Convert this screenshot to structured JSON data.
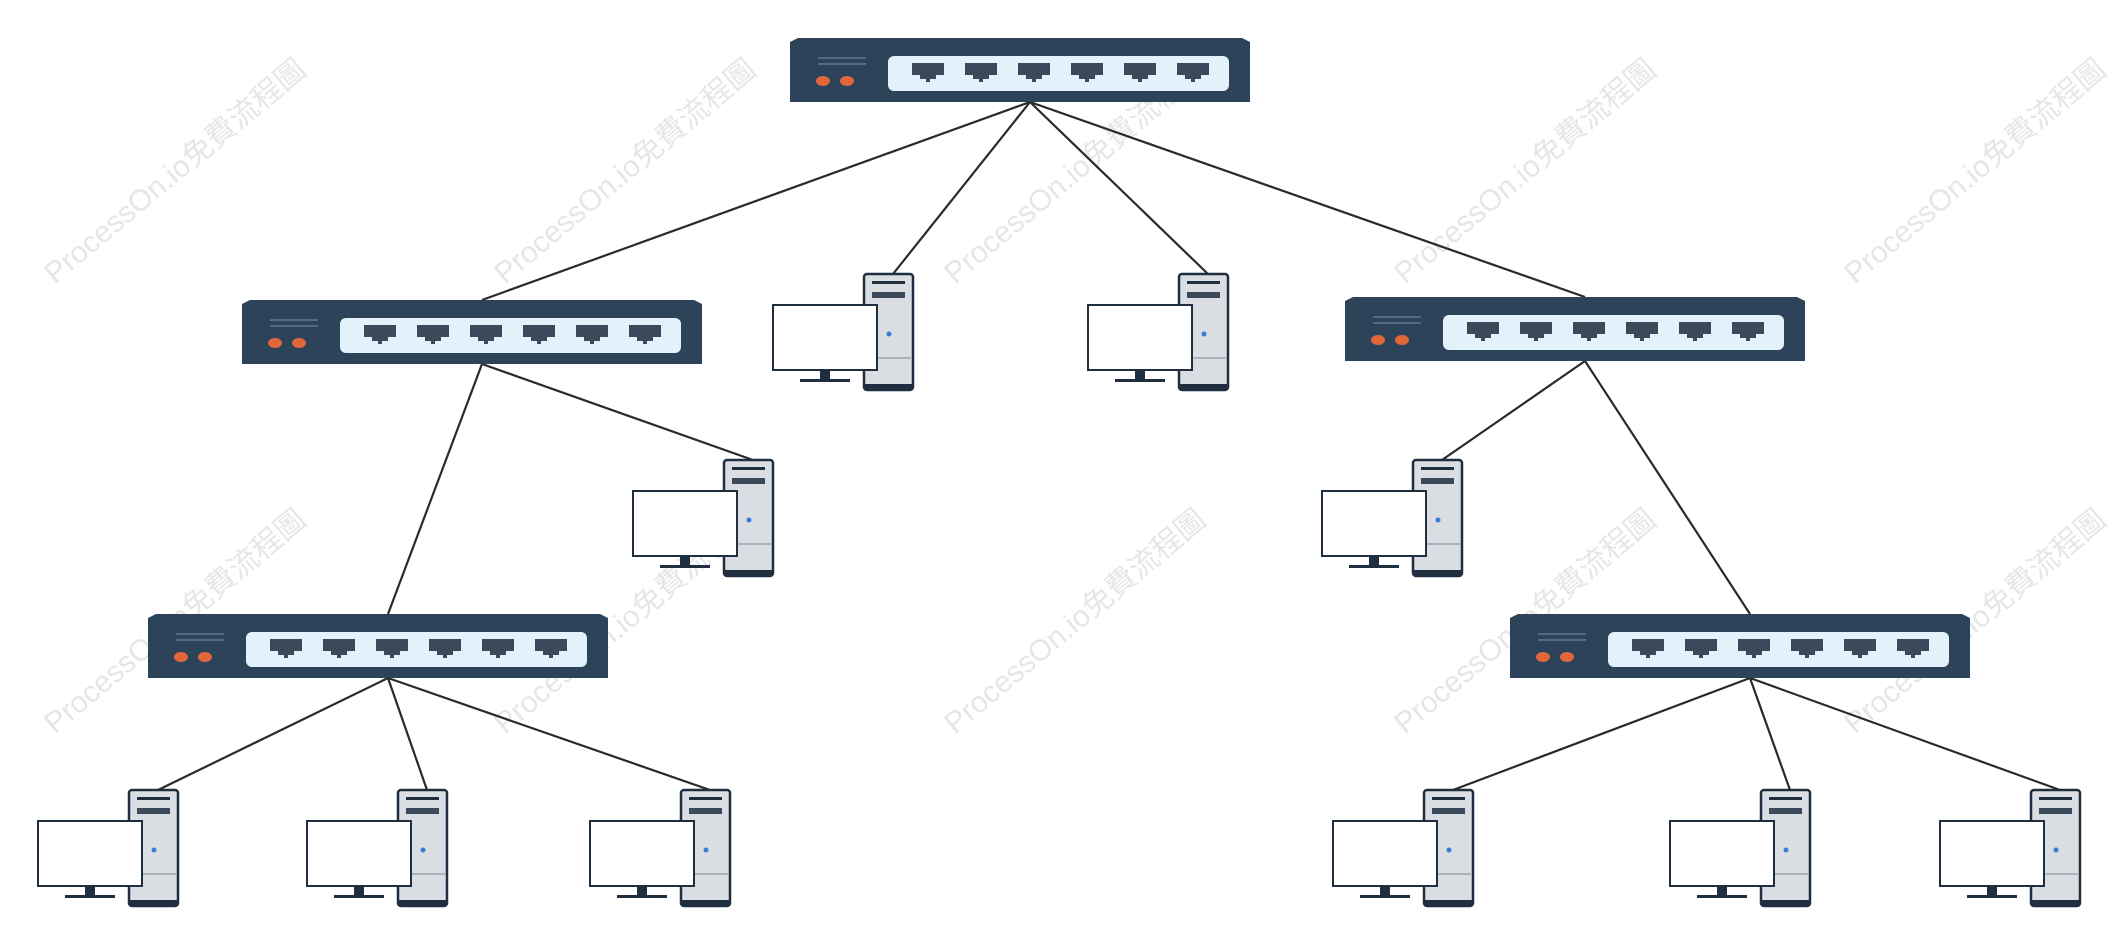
{
  "watermark": {
    "text": "ProcessOn.io免費流程圖",
    "color": "#c9c9c9"
  },
  "colors": {
    "switch_body": "#2d4359",
    "port_panel": "#e2f1fa",
    "port": "#3a4a5a",
    "led": "#e0673a",
    "pc_tower": "#dadde2",
    "pc_outline": "#1f2f40",
    "pc_power": "#3a7bd5",
    "monitor_screen": "#ffffff",
    "link": "#2a2a2a"
  },
  "icons": {
    "switch": "network-switch-icon",
    "computer": "desktop-computer-icon"
  },
  "nodes": {
    "switches": [
      {
        "id": "core"
      },
      {
        "id": "left-distribution"
      },
      {
        "id": "right-distribution"
      },
      {
        "id": "left-access"
      },
      {
        "id": "right-access"
      }
    ],
    "computers": [
      {
        "id": "pc-1"
      },
      {
        "id": "pc-2"
      },
      {
        "id": "pc-3"
      },
      {
        "id": "pc-4"
      },
      {
        "id": "pc-5"
      },
      {
        "id": "pc-6"
      },
      {
        "id": "pc-7"
      },
      {
        "id": "pc-8"
      },
      {
        "id": "pc-9"
      },
      {
        "id": "pc-10"
      }
    ]
  },
  "links": [
    [
      "core",
      "left-distribution"
    ],
    [
      "core",
      "pc-1"
    ],
    [
      "core",
      "pc-2"
    ],
    [
      "core",
      "right-distribution"
    ],
    [
      "left-distribution",
      "left-access"
    ],
    [
      "left-distribution",
      "pc-3"
    ],
    [
      "right-distribution",
      "pc-4"
    ],
    [
      "right-distribution",
      "right-access"
    ],
    [
      "left-access",
      "pc-5"
    ],
    [
      "left-access",
      "pc-6"
    ],
    [
      "left-access",
      "pc-7"
    ],
    [
      "right-access",
      "pc-8"
    ],
    [
      "right-access",
      "pc-9"
    ],
    [
      "right-access",
      "pc-10"
    ]
  ]
}
